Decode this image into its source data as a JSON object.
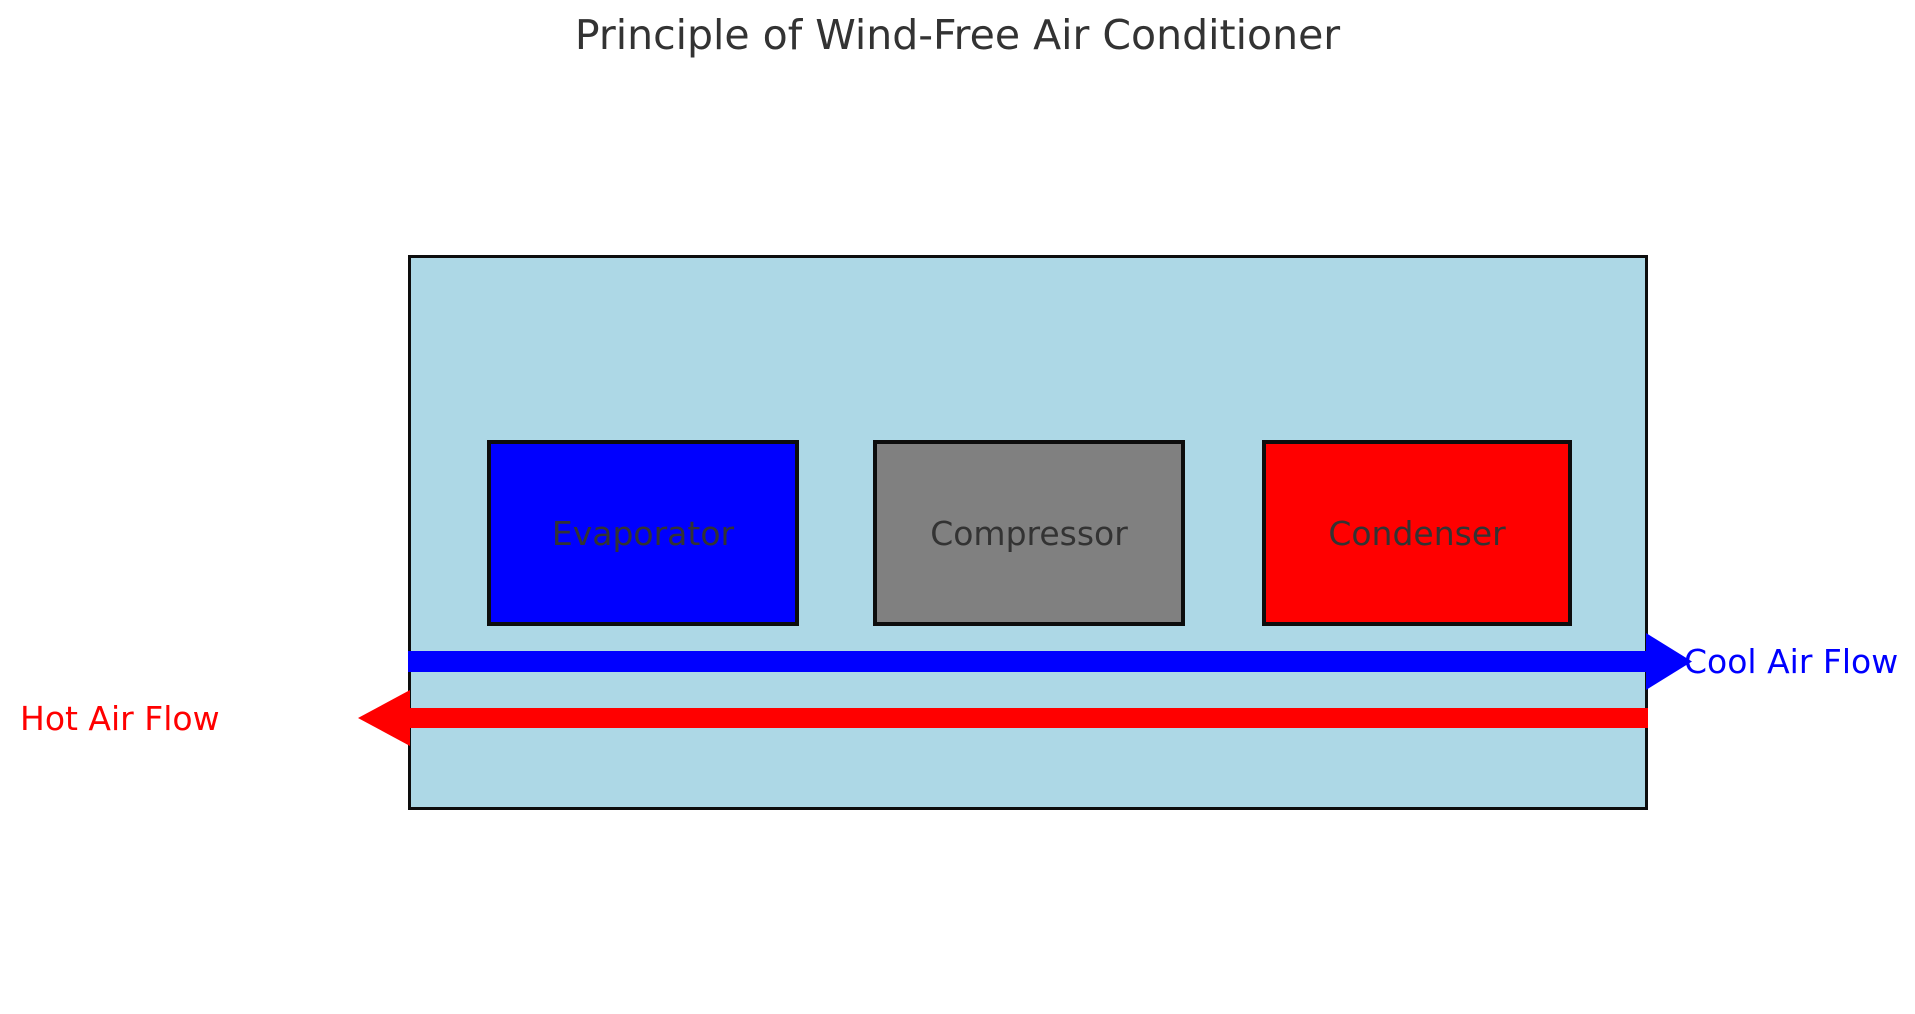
{
  "figure": {
    "title": "Principle of Wind-Free Air Conditioner",
    "background_color": "#ffffff",
    "title_color": "#333333"
  },
  "unit": {
    "name": "indoor-unit-body",
    "fill_color": "#add8e6",
    "edge_color": "#000000"
  },
  "components": [
    {
      "id": "evaporator",
      "label": "Evaporator",
      "color": "#0000ff",
      "edge_color": "#000000",
      "text_color": "#333333"
    },
    {
      "id": "compressor",
      "label": "Compressor",
      "color": "#808080",
      "edge_color": "#000000",
      "text_color": "#333333"
    },
    {
      "id": "condenser",
      "label": "Condenser",
      "color": "#ff0000",
      "edge_color": "#000000",
      "text_color": "#333333"
    }
  ],
  "flows": [
    {
      "id": "cool-air-flow",
      "label": "Cool Air Flow",
      "color": "#0000ff",
      "direction": "right"
    },
    {
      "id": "hot-air-flow",
      "label": "Hot Air Flow",
      "color": "#ff0000",
      "direction": "left"
    }
  ],
  "chart_data": {
    "type": "diagram",
    "title": "Principle of Wind-Free Air Conditioner",
    "xlabel": "",
    "ylabel": "",
    "grid": false,
    "axes_visible": false,
    "xlim": [
      0,
      10
    ],
    "ylim": [
      0,
      6
    ],
    "shapes": [
      {
        "name": "unit-body",
        "kind": "rectangle",
        "x": 2,
        "y": 1,
        "width": 6.5,
        "height": 3,
        "facecolor": "#add8e6",
        "edgecolor": "#000000",
        "label": ""
      },
      {
        "name": "evaporator",
        "kind": "rectangle",
        "x": 2.4,
        "y": 2,
        "width": 1.6,
        "height": 1,
        "facecolor": "#0000ff",
        "edgecolor": "#000000",
        "label": "Evaporator"
      },
      {
        "name": "compressor",
        "kind": "rectangle",
        "x": 4.4,
        "y": 2,
        "width": 1.6,
        "height": 1,
        "facecolor": "#808080",
        "edgecolor": "#000000",
        "label": "Compressor"
      },
      {
        "name": "condenser",
        "kind": "rectangle",
        "x": 6.4,
        "y": 2,
        "width": 1.6,
        "height": 1,
        "facecolor": "#ff0000",
        "edgecolor": "#000000",
        "label": "Condenser"
      }
    ],
    "arrows": [
      {
        "name": "cool-air-flow-arrow",
        "start": [
          2,
          1.75
        ],
        "end": [
          8.8,
          1.75
        ],
        "color": "#0000ff",
        "label": "Cool Air Flow",
        "label_position": "right"
      },
      {
        "name": "hot-air-flow-arrow",
        "start": [
          8.5,
          1.45
        ],
        "end": [
          1.7,
          1.45
        ],
        "color": "#ff0000",
        "label": "Hot Air Flow",
        "label_position": "left"
      }
    ]
  }
}
